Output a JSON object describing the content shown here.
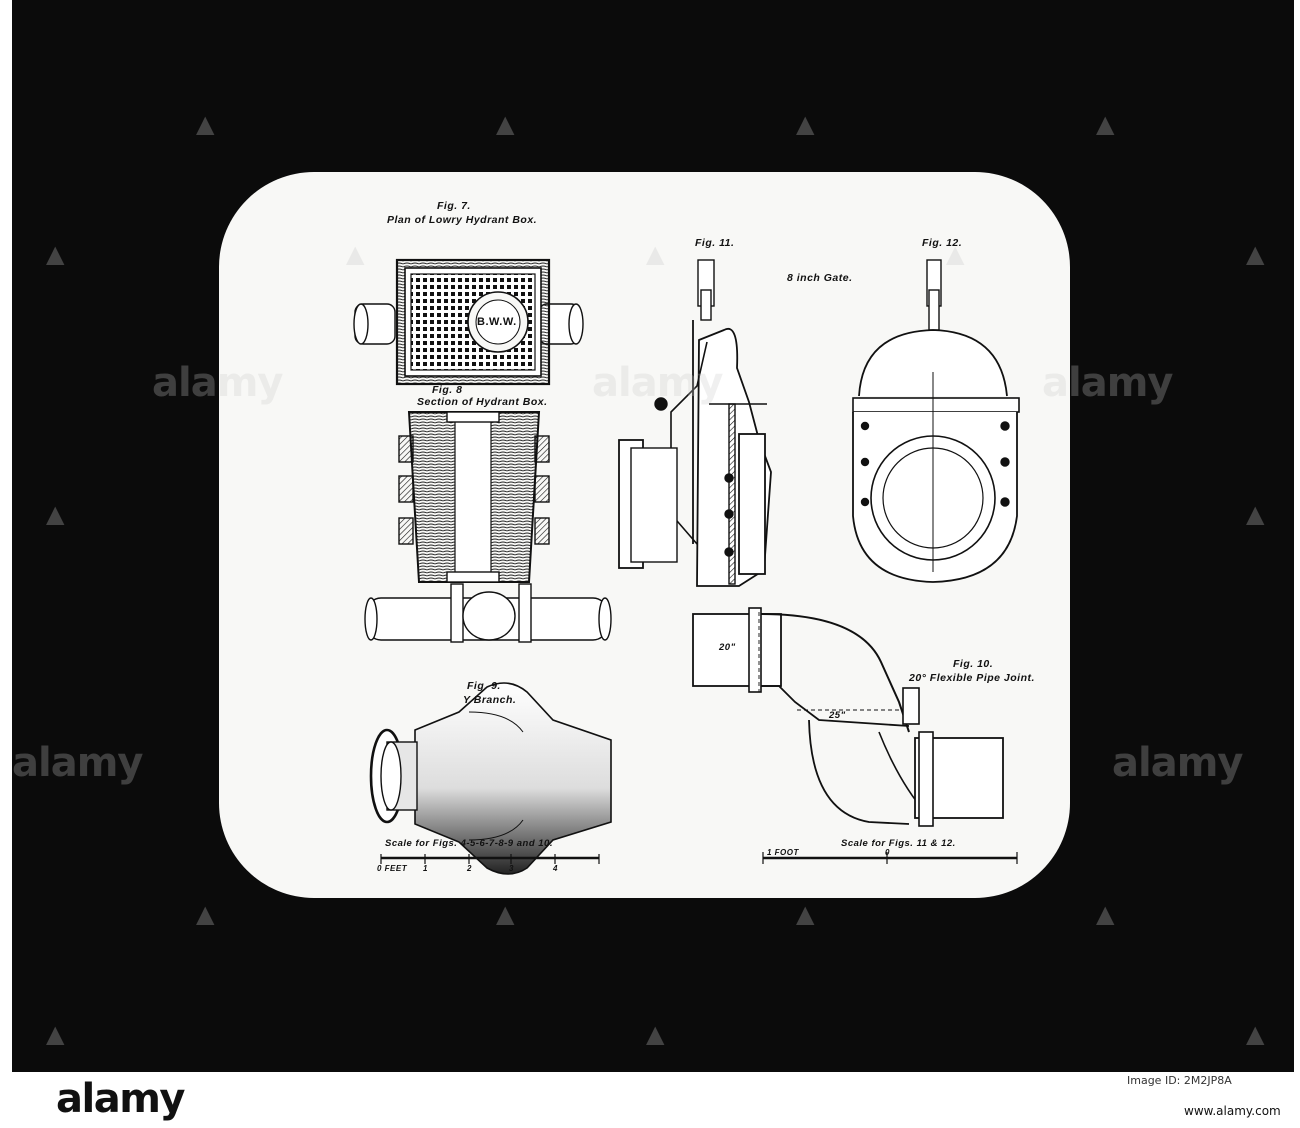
{
  "figures": {
    "fig7": {
      "number": "Fig. 7.",
      "title": "Plan of Lowry Hydrant Box.",
      "lid_mark": "B.W.W."
    },
    "fig8": {
      "number": "Fig. 8",
      "title": "Section of Hydrant Box."
    },
    "fig9": {
      "number": "Fig. 9.",
      "title": "Y Branch."
    },
    "fig10": {
      "number": "Fig. 10.",
      "title": "20° Flexible Pipe Joint."
    },
    "fig11": {
      "number": "Fig. 11."
    },
    "fig12": {
      "number": "Fig. 12."
    },
    "gate_title": "8 inch Gate."
  },
  "scales": {
    "left": {
      "caption": "Scale for Figs. 4-5-6-7-8-9 and 10.",
      "zero": "0 FEET",
      "ticks": [
        "1",
        "2",
        "3",
        "4"
      ]
    },
    "right": {
      "caption": "Scale for Figs. 11 & 12.",
      "zero": "1 FOOT",
      "ticks": [
        "0"
      ]
    }
  },
  "dimensions": {
    "pipe_dia": "20\"",
    "offset": "25\""
  },
  "watermark": {
    "text": "alamy"
  },
  "footer": {
    "logo": "alamy",
    "image_id_label": "Image ID: 2M2JP8A",
    "url": "www.alamy.com"
  }
}
